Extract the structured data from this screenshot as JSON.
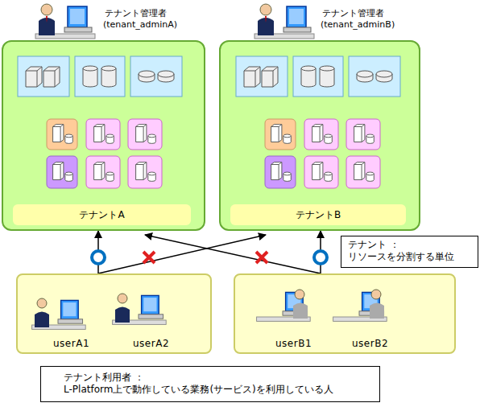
{
  "diagram": {
    "nodes": [
      {
        "text": [
          "テナントA"
        ]
      },
      {
        "text": [
          "テナントB"
        ]
      },
      {
        "text": [
          "userA1",
          "userA2"
        ]
      },
      {
        "text": [
          "userB1",
          "userB2"
        ]
      },
      {
        "text": [
          "テナント ：",
          "リソースを分割する単位"
        ]
      },
      {
        "text": [
          "テナント利用者 ：",
          "L-Platform上で動作している業務(サービス)を利用している人"
        ]
      }
    ],
    "edges": [
      {
        "from": 2,
        "to": 0,
        "arrow": "to"
      },
      {
        "from": 2,
        "to": 1,
        "arrow": "to"
      },
      {
        "from": 3,
        "to": 1,
        "arrow": "to"
      },
      {
        "from": 3,
        "to": 0,
        "arrow": "to"
      }
    ],
    "labels": [
      "テナント管理者",
      "(tenant_adminA)",
      "テナント管理者",
      "(tenant_adminB)"
    ]
  }
}
